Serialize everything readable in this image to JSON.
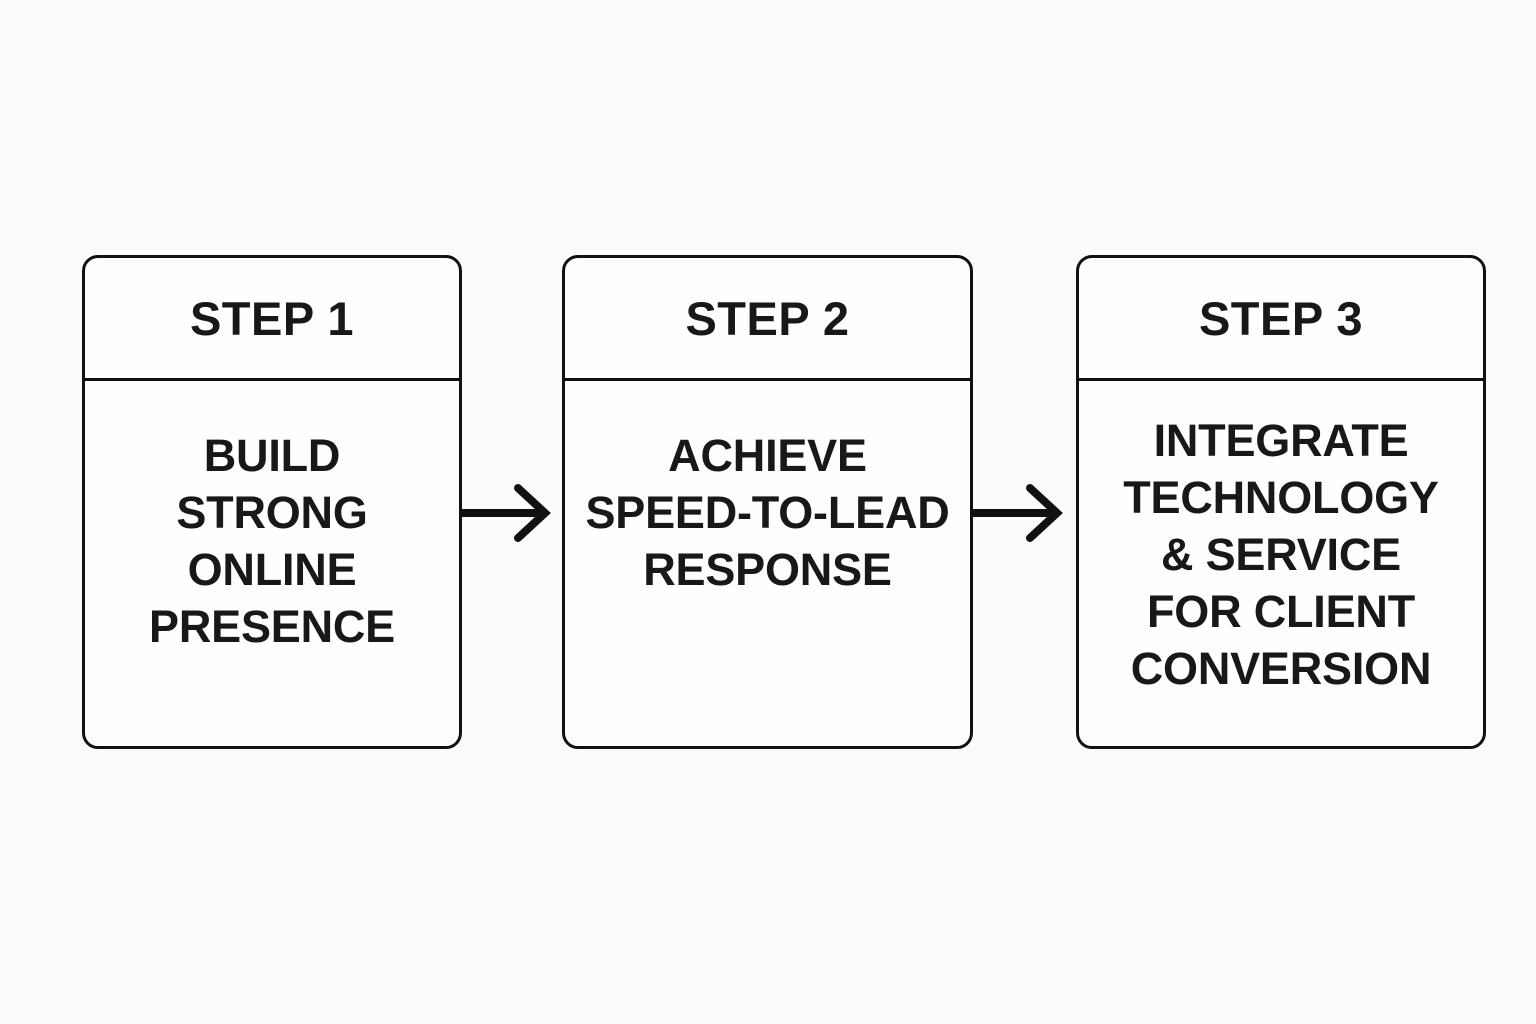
{
  "diagram": {
    "type": "three-step-process-flow",
    "background_color": "#fbfbfb",
    "line_color": "#111111",
    "text_color": "#16181a",
    "steps": [
      {
        "title": "STEP 1",
        "lines": [
          "BUILD",
          "STRONG",
          "ONLINE",
          "PRESENCE"
        ],
        "text": "BUILD STRONG ONLINE PRESENCE"
      },
      {
        "title": "STEP 2",
        "lines": [
          "ACHIEVE",
          "SPEED-TO-LEAD",
          "RESPONSE"
        ],
        "text": "ACHIEVE SPEED-TO-LEAD RESPONSE"
      },
      {
        "title": "STEP 3",
        "lines": [
          "INTEGRATE",
          "TECHNOLOGY",
          "& SERVICE",
          "FOR CLIENT",
          "CONVERSION"
        ],
        "text": "INTEGRATE TECHNOLOGY & SERVICE FOR CLIENT CONVERSION"
      }
    ],
    "connectors": [
      {
        "name": "arrow-step1-to-step2",
        "direction": "right"
      },
      {
        "name": "arrow-step2-to-step3",
        "direction": "right"
      }
    ]
  }
}
